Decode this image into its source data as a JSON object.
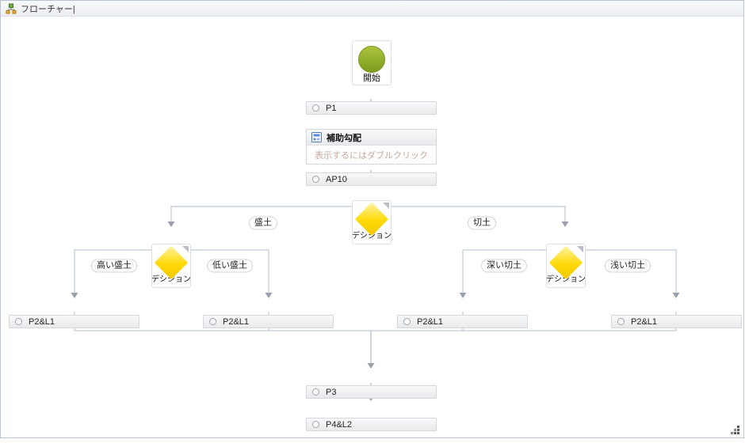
{
  "titlebar": {
    "title": "フローチャー|"
  },
  "canvas": {
    "start": {
      "label": "開始"
    },
    "process_p1": {
      "label": "P1"
    },
    "subchart": {
      "label": "補助勾配",
      "hint": "表示するにはダブルクリック"
    },
    "process_ap10": {
      "label": "AP10"
    },
    "decisions": [
      {
        "label": "デシジョン"
      },
      {
        "label": "デシジョン"
      },
      {
        "label": "デシジョン"
      }
    ],
    "branch_labels": {
      "fill": "盛土",
      "cut": "切土",
      "high_fill": "高い盛土",
      "low_fill": "低い盛土",
      "deep_cut": "深い切土",
      "shallow_cut": "浅い切土"
    },
    "p2l1_boxes": [
      {
        "label": "P2&L1"
      },
      {
        "label": "P2&L1"
      },
      {
        "label": "P2&L1"
      },
      {
        "label": "P2&L1"
      }
    ],
    "process_p3": {
      "label": "P3"
    },
    "process_p4l2": {
      "label": "P4&L2"
    }
  },
  "colors": {
    "start_node": "#8faf23",
    "decision_node": "#ffd500",
    "connector": "#ccd4e0",
    "arrowhead": "#9aa1ab",
    "hint_text": "#c4ab9d",
    "panel_border": "#b7c2d2"
  }
}
